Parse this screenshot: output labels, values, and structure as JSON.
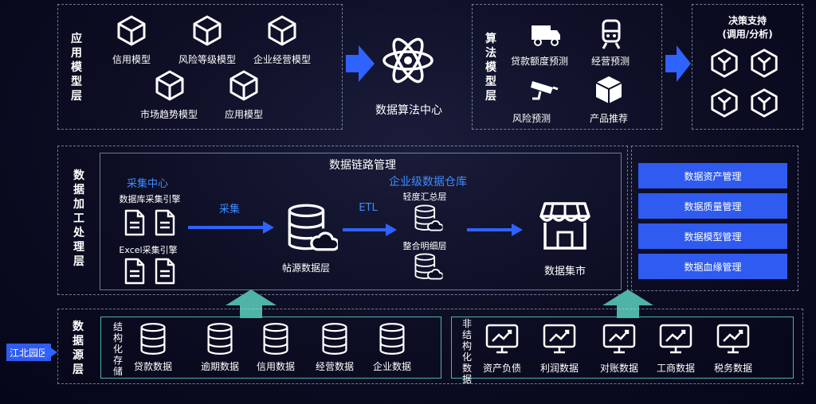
{
  "app_layer": {
    "title": "应用模型层",
    "models": [
      "信用模型",
      "风险等级模型",
      "企业经营模型",
      "市场趋势模型",
      "应用模型"
    ]
  },
  "data_center": {
    "label": "数据算法中心"
  },
  "algo_layer": {
    "title": "算法模型层",
    "items": [
      "贷款额度预测",
      "经营预测",
      "风险预测",
      "产品推荐"
    ]
  },
  "decision": {
    "title": "决策支持",
    "subtitle": "(调用/分析)"
  },
  "processing_layer": {
    "title": "数据加工处理层",
    "chain_title": "数据链路管理",
    "collect_center": "采集中心",
    "db_engine": "数据库采集引擎",
    "excel_engine": "Excel采集引擎",
    "collect_arrow": "采集",
    "source_layer": "帖源数据层",
    "etl": "ETL",
    "warehouse": "企业级数据仓库",
    "light_summary": "轻度汇总层",
    "detail": "整合明细层",
    "mart": "数据集市"
  },
  "management": [
    "数据资产管理",
    "数据质量管理",
    "数据模型管理",
    "数据血缘管理"
  ],
  "source_layer": {
    "title": "数据源层",
    "input": "江北园区",
    "structured_title": "结构化存储",
    "structured": [
      "贷款数据",
      "逾期数据",
      "信用数据",
      "经营数据",
      "企业数据"
    ],
    "unstructured_title": "非结构化数据",
    "unstructured": [
      "资产负债",
      "利润数据",
      "对账数据",
      "工商数据",
      "税务数据"
    ]
  },
  "colors": {
    "accent_blue": "#3f8cff",
    "arrow_blue": "#2f63ff",
    "teal": "#4fb3b3",
    "mgmt_fill": "#2f5bf0"
  }
}
